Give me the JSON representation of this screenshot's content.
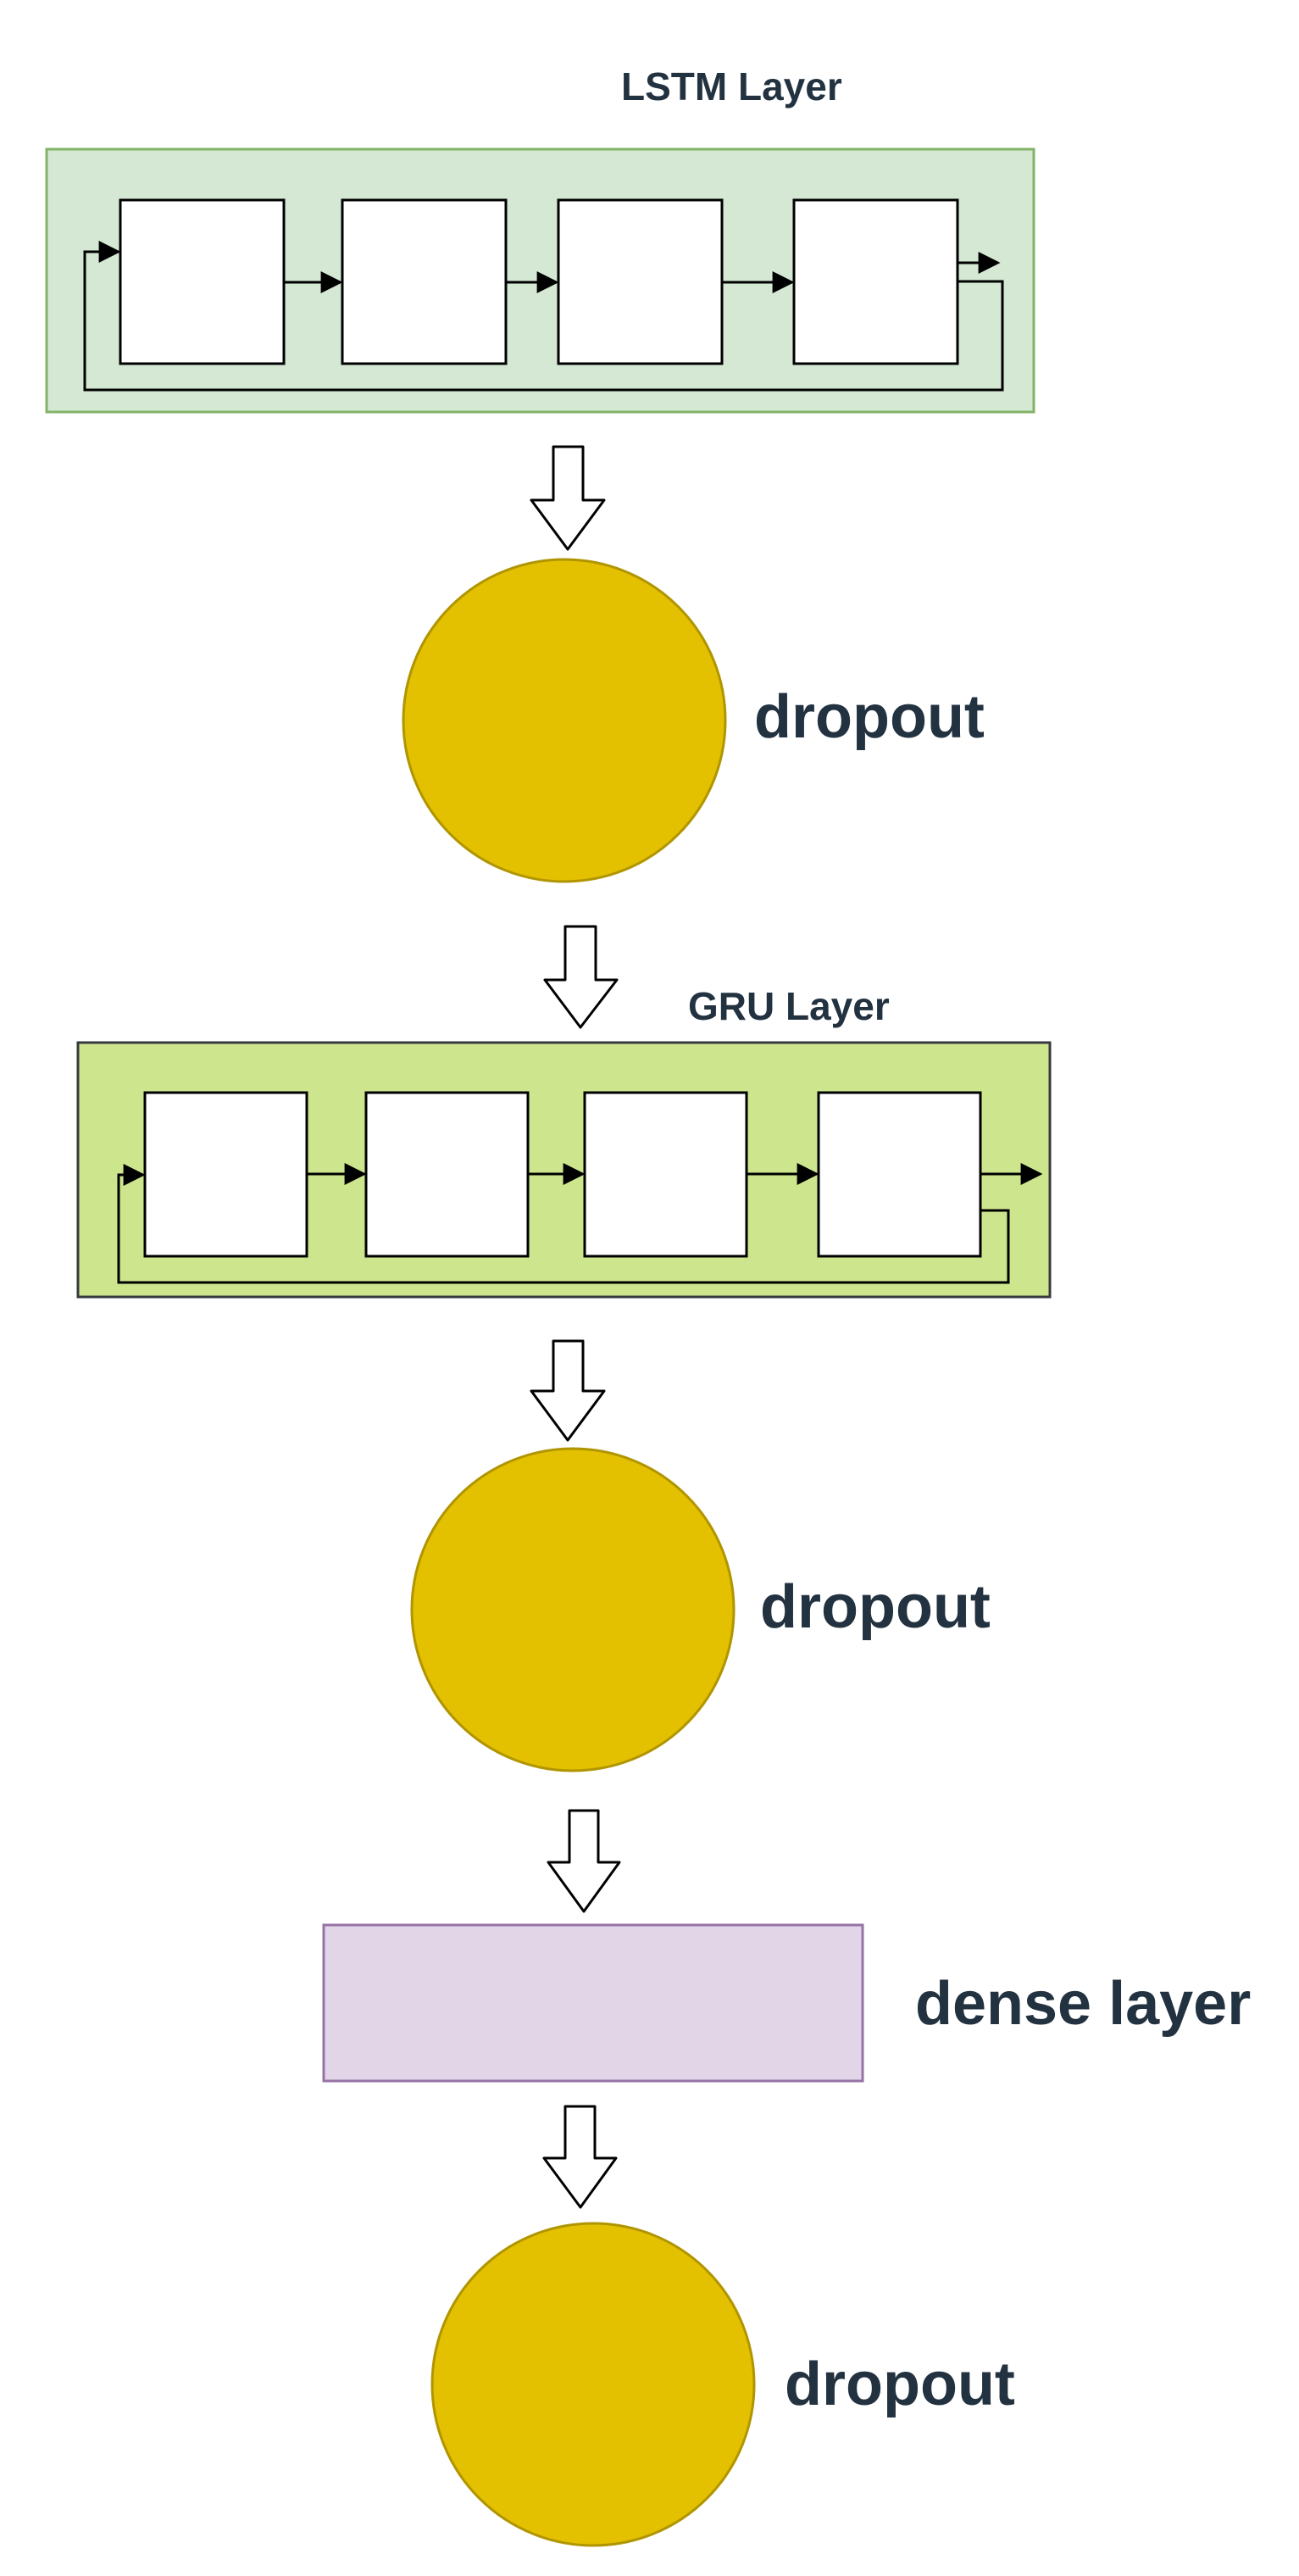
{
  "labels": {
    "lstm_title": "LSTM Layer",
    "gru_title": "GRU Layer",
    "dropout_1": "dropout",
    "dropout_2": "dropout",
    "dense": "dense layer",
    "dropout_3": "dropout"
  },
  "colors": {
    "lstm_fill": "#d5e8d4",
    "lstm_stroke": "#82b366",
    "gru_fill": "#cde68e",
    "gru_stroke": "#36393d",
    "dropout_fill": "#e3c000",
    "dropout_stroke": "#b09500",
    "dense_fill": "#e1d5e7",
    "dense_stroke": "#9673a6",
    "text": "#233240"
  }
}
